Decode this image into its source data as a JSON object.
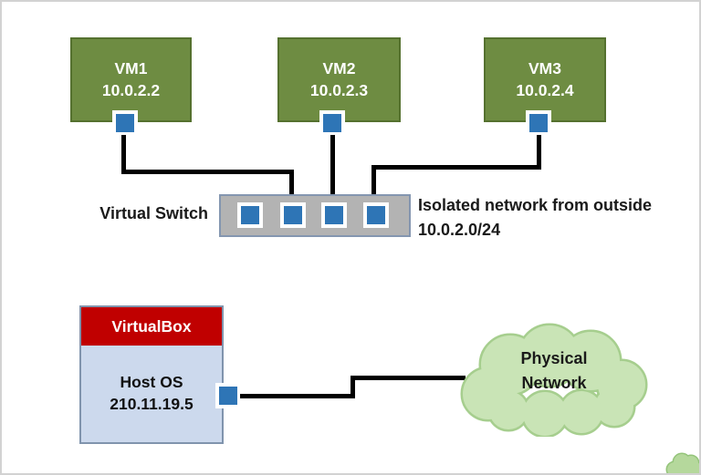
{
  "vms": [
    {
      "name": "VM1",
      "ip": "10.0.2.2"
    },
    {
      "name": "VM2",
      "ip": "10.0.2.3"
    },
    {
      "name": "VM3",
      "ip": "10.0.2.4"
    }
  ],
  "switch": {
    "label": "Virtual Switch",
    "port_count": 4
  },
  "note": {
    "line1": "Isolated network from outside",
    "line2": "10.0.2.0/24"
  },
  "host": {
    "app": "VirtualBox",
    "os": "Host OS",
    "ip": "210.11.19.5"
  },
  "cloud": {
    "line1": "Physical",
    "line2": "Network"
  },
  "colors": {
    "vm_fill": "#6e8c42",
    "vm_border": "#55712f",
    "port_blue": "#2e75b6",
    "switch_fill": "#b3b3b3",
    "switch_border": "#8496b0",
    "host_header_red": "#c00000",
    "host_body_fill": "#ccd9ed",
    "host_border": "#8094ad",
    "cloud_fill": "#c9e4b6",
    "cloud_border": "#a6ce8e",
    "wire_black": "#000000"
  }
}
